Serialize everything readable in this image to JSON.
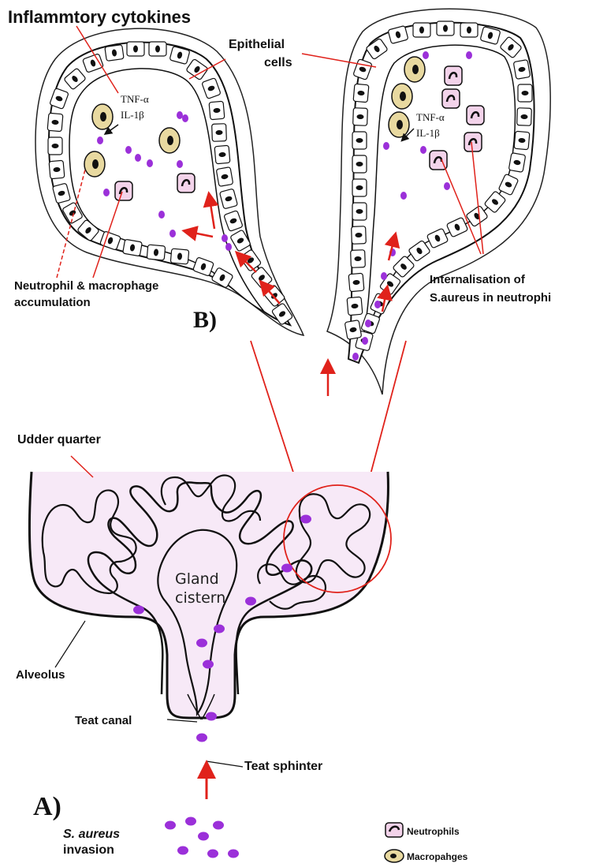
{
  "panel_b": {
    "panel_letter": "B)",
    "inflammatory_cytokines": "Inflammtory cytokines",
    "epithelial_cells_line1": "Epithelial",
    "epithelial_cells_line2": "cells",
    "tnf_alpha": "TNF-α",
    "il_1beta": "IL-1β",
    "accumulation_line1": "Neutrophil & macrophage",
    "accumulation_line2": "accumulation",
    "internalisation_line1": "Internalisation of",
    "internalisation_line2": "S.aureus in neutrophi"
  },
  "panel_a": {
    "panel_letter": "A)",
    "udder_quarter": "Udder quarter",
    "gland_line1": "Gland",
    "gland_line2": "cistern",
    "alveolus": "Alveolus",
    "teat_canal": "Teat canal",
    "teat_sphinter": "Teat sphinter",
    "invasion_line1": "S. aureus",
    "invasion_line2": "invasion"
  },
  "legend": {
    "neutrophils": "Neutrophils",
    "macrophages": "Macropahges"
  },
  "colors": {
    "bacteria": "#9b30d9",
    "arrow": "#e0221b",
    "udder_fill": "#f7e9f7",
    "macrophage_fill": "#e8d9a0",
    "neutrophil_fill": "#f3d3ea"
  }
}
